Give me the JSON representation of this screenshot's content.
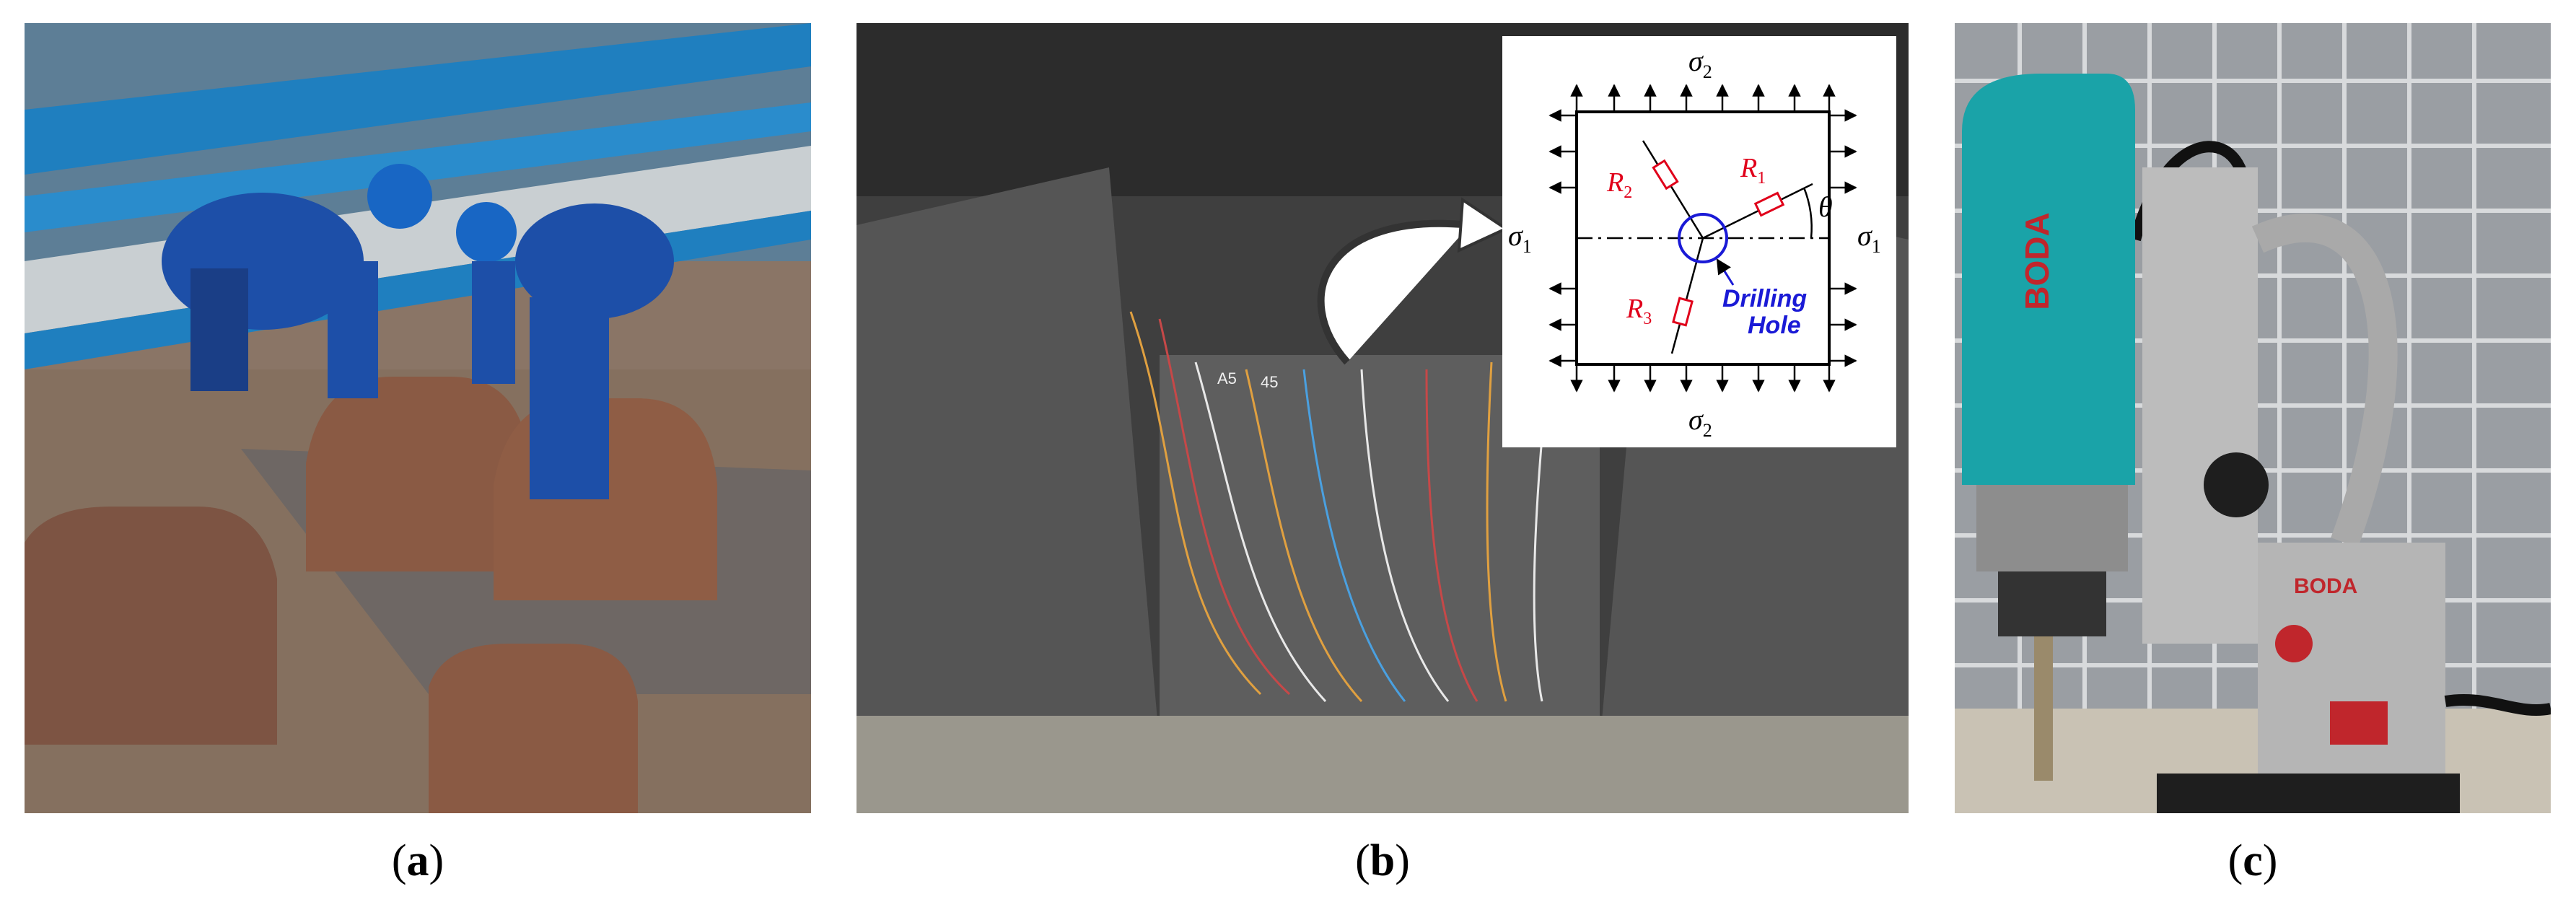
{
  "captions": {
    "a": {
      "open": "(",
      "letter": "a",
      "close": ")"
    },
    "b": {
      "open": "(",
      "letter": "b",
      "close": ")"
    },
    "c": {
      "open": "(",
      "letter": "c",
      "close": ")"
    }
  },
  "diagram": {
    "sigma": "σ",
    "sigma_top_sub": "2",
    "sigma_bottom_sub": "2",
    "sigma_left_sub": "1",
    "sigma_right_sub": "1",
    "gauges": [
      {
        "letter": "R",
        "sub": "1"
      },
      {
        "letter": "R",
        "sub": "2"
      },
      {
        "letter": "R",
        "sub": "3"
      }
    ],
    "angle_label": "θ",
    "hole_label_line1": "Drilling",
    "hole_label_line2": "Hole"
  },
  "photo_text": {
    "brand_vertical": "BODA",
    "brand_plate": "BODA",
    "gauge_marks": [
      "A5",
      "45"
    ]
  },
  "colors": {
    "gauge_red": "#e0001a",
    "hole_blue": "#1a1ad6",
    "drill_teal": "#1aa3a8",
    "workwear_blue": "#1d4fa8",
    "steel_gray": "#6b6b6b"
  }
}
